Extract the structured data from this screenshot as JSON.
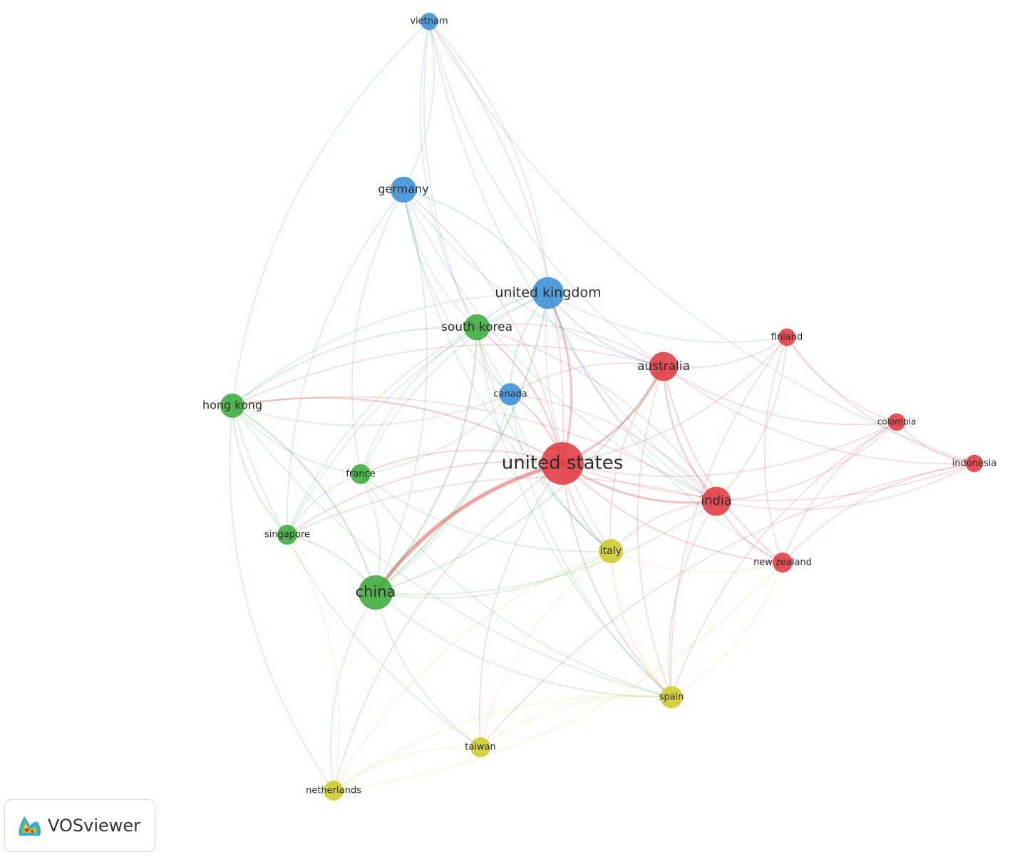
{
  "network": {
    "clusters": [
      {
        "id": 1,
        "color": "#e0393f"
      },
      {
        "id": 2,
        "color": "#3aab3a"
      },
      {
        "id": 3,
        "color": "#3b8fd6"
      },
      {
        "id": 4,
        "color": "#cccc2a"
      }
    ],
    "nodes": [
      {
        "id": "united-states",
        "label": "united states",
        "cluster": 1,
        "weight": 10
      },
      {
        "id": "australia",
        "label": "australia",
        "cluster": 1,
        "weight": 4
      },
      {
        "id": "india",
        "label": "india",
        "cluster": 1,
        "weight": 4
      },
      {
        "id": "finland",
        "label": "finland",
        "cluster": 1,
        "weight": 1
      },
      {
        "id": "colombia",
        "label": "colombia",
        "cluster": 1,
        "weight": 1
      },
      {
        "id": "indonesia",
        "label": "indonesia",
        "cluster": 1,
        "weight": 1
      },
      {
        "id": "new-zealand",
        "label": "new zealand",
        "cluster": 1,
        "weight": 1.5
      },
      {
        "id": "china",
        "label": "china",
        "cluster": 2,
        "weight": 6
      },
      {
        "id": "south-korea",
        "label": "south korea",
        "cluster": 2,
        "weight": 3
      },
      {
        "id": "hong-kong",
        "label": "hong kong",
        "cluster": 2,
        "weight": 2.5
      },
      {
        "id": "france",
        "label": "france",
        "cluster": 2,
        "weight": 1.5
      },
      {
        "id": "singapore",
        "label": "singapore",
        "cluster": 2,
        "weight": 1.5
      },
      {
        "id": "united-kingdom",
        "label": "united kingdom",
        "cluster": 3,
        "weight": 5
      },
      {
        "id": "germany",
        "label": "germany",
        "cluster": 3,
        "weight": 3
      },
      {
        "id": "vietnam",
        "label": "vietnam",
        "cluster": 3,
        "weight": 1
      },
      {
        "id": "canada",
        "label": "canada",
        "cluster": 3,
        "weight": 2
      },
      {
        "id": "italy",
        "label": "italy",
        "cluster": 4,
        "weight": 2.5
      },
      {
        "id": "spain",
        "label": "spain",
        "cluster": 4,
        "weight": 2
      },
      {
        "id": "taiwan",
        "label": "taiwan",
        "cluster": 4,
        "weight": 1.5
      },
      {
        "id": "netherlands",
        "label": "netherlands",
        "cluster": 4,
        "weight": 1.5
      }
    ],
    "links": [
      [
        "united-states",
        "china",
        6
      ],
      [
        "united-states",
        "united-kingdom",
        3
      ],
      [
        "united-states",
        "australia",
        3
      ],
      [
        "united-states",
        "india",
        3
      ],
      [
        "united-states",
        "south-korea",
        2
      ],
      [
        "united-states",
        "hong-kong",
        2
      ],
      [
        "united-states",
        "canada",
        2
      ],
      [
        "united-states",
        "germany",
        1
      ],
      [
        "united-states",
        "vietnam",
        1
      ],
      [
        "united-states",
        "france",
        1.5
      ],
      [
        "united-states",
        "singapore",
        1.5
      ],
      [
        "united-states",
        "italy",
        1.5
      ],
      [
        "united-states",
        "spain",
        1.5
      ],
      [
        "united-states",
        "taiwan",
        1
      ],
      [
        "united-states",
        "netherlands",
        1
      ],
      [
        "united-states",
        "finland",
        1
      ],
      [
        "united-states",
        "colombia",
        1
      ],
      [
        "united-states",
        "indonesia",
        1
      ],
      [
        "united-states",
        "new-zealand",
        1.5
      ],
      [
        "china",
        "hong-kong",
        2
      ],
      [
        "china",
        "south-korea",
        2
      ],
      [
        "china",
        "united-kingdom",
        2
      ],
      [
        "china",
        "singapore",
        1.5
      ],
      [
        "china",
        "france",
        1
      ],
      [
        "china",
        "canada",
        1
      ],
      [
        "china",
        "australia",
        1.5
      ],
      [
        "china",
        "india",
        1
      ],
      [
        "china",
        "spain",
        1
      ],
      [
        "china",
        "taiwan",
        1
      ],
      [
        "china",
        "netherlands",
        1
      ],
      [
        "china",
        "germany",
        1
      ],
      [
        "china",
        "italy",
        1
      ],
      [
        "united-kingdom",
        "germany",
        1.5
      ],
      [
        "united-kingdom",
        "vietnam",
        1
      ],
      [
        "united-kingdom",
        "canada",
        1.5
      ],
      [
        "united-kingdom",
        "south-korea",
        1.5
      ],
      [
        "united-kingdom",
        "australia",
        1.5
      ],
      [
        "united-kingdom",
        "india",
        1
      ],
      [
        "united-kingdom",
        "hong-kong",
        1
      ],
      [
        "united-kingdom",
        "finland",
        1
      ],
      [
        "united-kingdom",
        "france",
        1
      ],
      [
        "united-kingdom",
        "singapore",
        1
      ],
      [
        "united-kingdom",
        "italy",
        1
      ],
      [
        "united-kingdom",
        "new-zealand",
        1
      ],
      [
        "germany",
        "vietnam",
        1
      ],
      [
        "germany",
        "canada",
        1
      ],
      [
        "germany",
        "south-korea",
        1
      ],
      [
        "germany",
        "australia",
        1
      ],
      [
        "germany",
        "france",
        1
      ],
      [
        "germany",
        "singapore",
        1
      ],
      [
        "germany",
        "india",
        1
      ],
      [
        "germany",
        "italy",
        1
      ],
      [
        "vietnam",
        "canada",
        1
      ],
      [
        "vietnam",
        "south-korea",
        1
      ],
      [
        "vietnam",
        "australia",
        1
      ],
      [
        "vietnam",
        "india",
        1
      ],
      [
        "vietnam",
        "hong-kong",
        1
      ],
      [
        "vietnam",
        "indonesia",
        1
      ],
      [
        "australia",
        "india",
        2
      ],
      [
        "australia",
        "finland",
        1
      ],
      [
        "australia",
        "colombia",
        1
      ],
      [
        "australia",
        "indonesia",
        1
      ],
      [
        "australia",
        "new-zealand",
        1.5
      ],
      [
        "australia",
        "south-korea",
        1
      ],
      [
        "australia",
        "hong-kong",
        1
      ],
      [
        "australia",
        "canada",
        1
      ],
      [
        "australia",
        "spain",
        1
      ],
      [
        "australia",
        "italy",
        1
      ],
      [
        "india",
        "finland",
        1
      ],
      [
        "india",
        "colombia",
        1
      ],
      [
        "india",
        "indonesia",
        1
      ],
      [
        "india",
        "new-zealand",
        1.5
      ],
      [
        "india",
        "spain",
        1
      ],
      [
        "india",
        "italy",
        1
      ],
      [
        "india",
        "canada",
        1
      ],
      [
        "india",
        "south-korea",
        1
      ],
      [
        "india",
        "hong-kong",
        1
      ],
      [
        "india",
        "singapore",
        1
      ],
      [
        "finland",
        "colombia",
        1
      ],
      [
        "finland",
        "indonesia",
        1
      ],
      [
        "finland",
        "new-zealand",
        1
      ],
      [
        "finland",
        "spain",
        1
      ],
      [
        "colombia",
        "indonesia",
        1
      ],
      [
        "colombia",
        "new-zealand",
        1
      ],
      [
        "colombia",
        "spain",
        1
      ],
      [
        "indonesia",
        "new-zealand",
        1
      ],
      [
        "indonesia",
        "taiwan",
        1
      ],
      [
        "south-korea",
        "hong-kong",
        1.5
      ],
      [
        "south-korea",
        "canada",
        1
      ],
      [
        "south-korea",
        "france",
        1
      ],
      [
        "south-korea",
        "singapore",
        1
      ],
      [
        "south-korea",
        "spain",
        1
      ],
      [
        "south-korea",
        "italy",
        1
      ],
      [
        "hong-kong",
        "singapore",
        1.5
      ],
      [
        "hong-kong",
        "france",
        1
      ],
      [
        "hong-kong",
        "canada",
        1
      ],
      [
        "hong-kong",
        "taiwan",
        1
      ],
      [
        "hong-kong",
        "netherlands",
        1
      ],
      [
        "hong-kong",
        "spain",
        1
      ],
      [
        "france",
        "singapore",
        1
      ],
      [
        "france",
        "canada",
        1
      ],
      [
        "france",
        "italy",
        1
      ],
      [
        "france",
        "spain",
        1
      ],
      [
        "canada",
        "italy",
        1
      ],
      [
        "canada",
        "spain",
        1
      ],
      [
        "italy",
        "spain",
        1.5
      ],
      [
        "italy",
        "taiwan",
        1
      ],
      [
        "italy",
        "netherlands",
        1
      ],
      [
        "italy",
        "new-zealand",
        1
      ],
      [
        "spain",
        "taiwan",
        1
      ],
      [
        "spain",
        "netherlands",
        1
      ],
      [
        "spain",
        "new-zealand",
        1
      ],
      [
        "taiwan",
        "netherlands",
        1
      ],
      [
        "netherlands",
        "new-zealand",
        1
      ],
      [
        "netherlands",
        "singapore",
        1
      ]
    ]
  },
  "branding": {
    "app_name": "VOSviewer",
    "logo_icon": "vosviewer-density-logo-icon"
  }
}
